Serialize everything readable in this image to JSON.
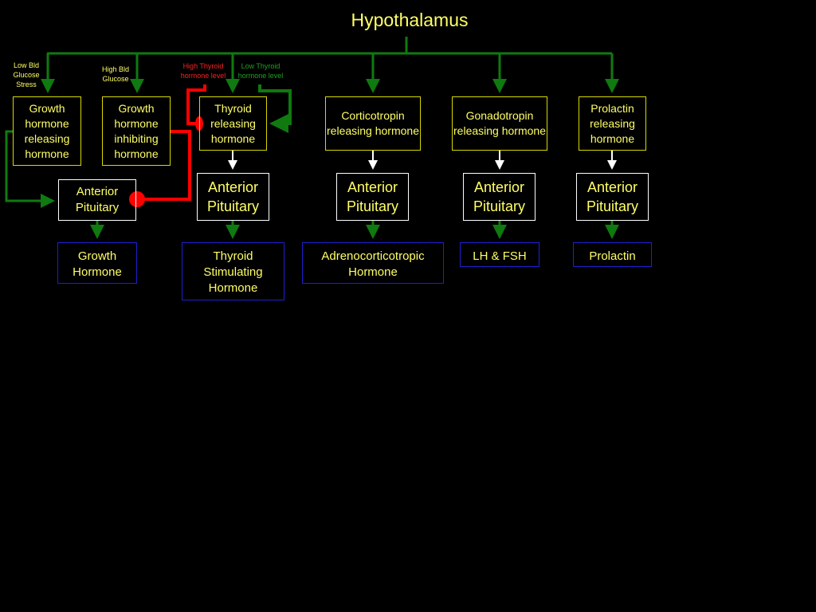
{
  "title": "Hypothalamus",
  "colors": {
    "background": "#000000",
    "text": "#ffff66",
    "stimulate": "#0f7a0f",
    "inhibit": "#ff0000",
    "hormone_border": "#d8d800",
    "pituitary_border": "#ffffff",
    "product_border": "#1f1fd0"
  },
  "triggers": {
    "low_bld_glucose_stress": "Low Bld Glucose Stress",
    "high_bld_glucose": "High Bld Glucose",
    "high_thyroid_level": "High Thyroid hormone level",
    "low_thyroid_level": "Low Thyroid hormone level"
  },
  "releasing_hormones": {
    "ghrh": "Growth hormone releasing hormone",
    "ghih": "Growth hormone inhibiting hormone",
    "trh": "Thyroid releasing hormone",
    "crh": "Corticotropin releasing hormone",
    "gnrh": "Gonadotropin releasing hormone",
    "prh": "Prolactin releasing hormone"
  },
  "pituitary_label": "Anterior Pituitary",
  "products": {
    "gh": "Growth Hormone",
    "tsh": "Thyroid Stimulating Hormone",
    "acth": "Adrenocorticotropic Hormone",
    "lh_fsh": "LH & FSH",
    "prolactin": "Prolactin"
  }
}
